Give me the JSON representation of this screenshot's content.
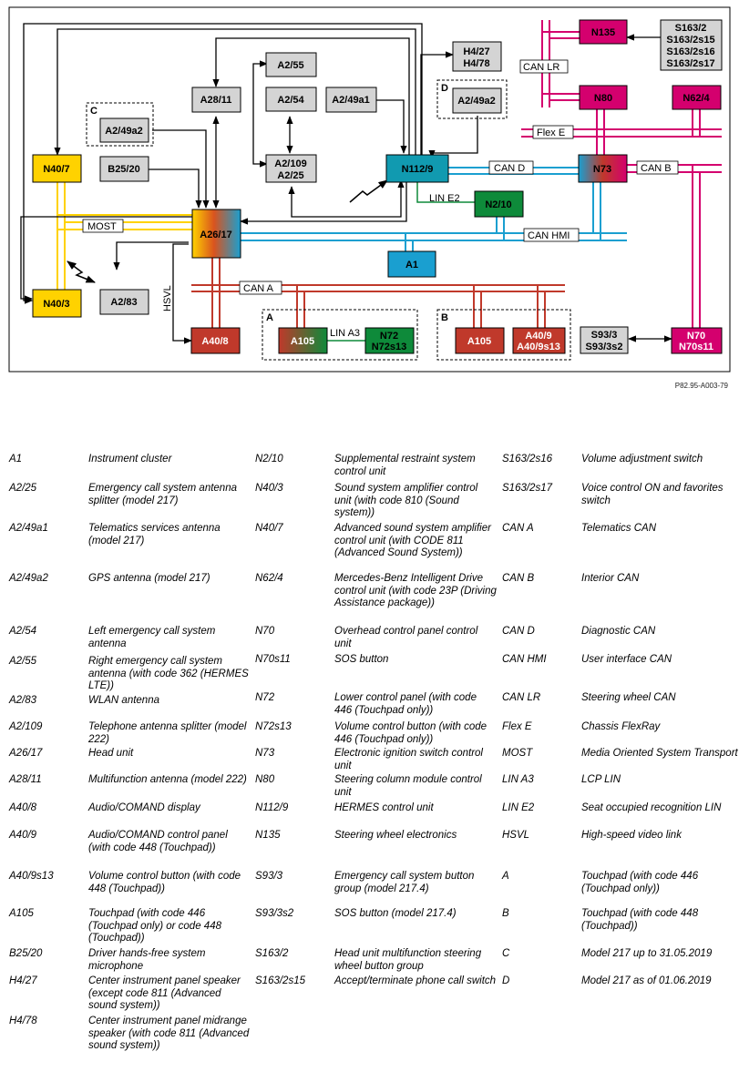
{
  "diagram": {
    "reference": "P82.95-A003-79",
    "nodes": {
      "N40_7": "N40/7",
      "N40_3": "N40/3",
      "A26_17": "A26/17",
      "A28_11": "A28/11",
      "A2_55": "A2/55",
      "A2_54": "A2/54",
      "A2_109": "A2/109",
      "A2_25": "A2/25",
      "A2_49a1": "A2/49a1",
      "A2_49a2_C": "A2/49a2",
      "A2_49a2_D": "A2/49a2",
      "B25_20": "B25/20",
      "A2_83": "A2/83",
      "H4_27": "H4/27",
      "H4_78": "H4/78",
      "N112_9": "N112/9",
      "N2_10": "N2/10",
      "A1": "A1",
      "N135": "N135",
      "S163_2": "S163/2",
      "S163_2s15": "S163/2s15",
      "S163_2s16": "S163/2s16",
      "S163_2s17": "S163/2s17",
      "N80": "N80",
      "N62_4": "N62/4",
      "N73": "N73",
      "A40_8": "A40/8",
      "A105_A": "A105",
      "N72": "N72",
      "N72s13": "N72s13",
      "A105_B": "A105",
      "A40_9": "A40/9",
      "A40_9s13": "A40/9s13",
      "S93_3": "S93/3",
      "S93_3s2": "S93/3s2",
      "N70": "N70",
      "N70s11": "N70s11"
    },
    "group_labels": {
      "A": "A",
      "B": "B",
      "C": "C",
      "D": "D"
    },
    "bus_labels": {
      "most": "MOST",
      "can_a": "CAN A",
      "can_b": "CAN B",
      "can_d": "CAN D",
      "can_hmi": "CAN HMI",
      "can_lr": "CAN LR",
      "flex_e": "Flex E",
      "lin_a3": "LIN A3",
      "lin_e2": "LIN E2",
      "hsvl": "HSVL"
    },
    "colors": {
      "most": "#ffd200",
      "can_a": "#c0392b",
      "can_b": "#d4006e",
      "can_d": "#1a9fd0",
      "lin": "#0e8a3a",
      "gray_box": "#d4d4d4"
    }
  },
  "legend": {
    "columns": [
      [
        {
          "code": "A1",
          "desc": "Instrument cluster"
        },
        {
          "code": "A2/25",
          "desc": "Emergency call system antenna splitter (model 217)"
        },
        {
          "code": "A2/49a1",
          "desc": "Telematics services antenna (model 217)"
        },
        {
          "code": "A2/49a2",
          "desc": "GPS antenna (model 217)"
        },
        {
          "code": "A2/54",
          "desc": "Left emergency call system antenna"
        },
        {
          "code": "A2/55",
          "desc": "Right emergency call system antenna (with code 362 (HERMES LTE))"
        },
        {
          "code": "A2/83",
          "desc": "WLAN antenna"
        },
        {
          "code": "A2/109",
          "desc": "Telephone antenna splitter (model 222)"
        },
        {
          "code": "A26/17",
          "desc": "Head unit"
        },
        {
          "code": "A28/11",
          "desc": "Multifunction antenna (model 222)"
        },
        {
          "code": "A40/8",
          "desc": "Audio/COMAND display"
        },
        {
          "code": "A40/9",
          "desc": "Audio/COMAND control panel (with code 448 (Touchpad))"
        },
        {
          "code": "A40/9s13",
          "desc": "Volume control button (with code 448 (Touchpad))"
        },
        {
          "code": "A105",
          "desc": "Touchpad (with code 446 (Touchpad only) or code 448 (Touchpad))"
        },
        {
          "code": "B25/20",
          "desc": "Driver hands-free system microphone"
        },
        {
          "code": "H4/27",
          "desc": "Center instrument panel speaker (except code 811 (Advanced sound system))"
        },
        {
          "code": "H4/78",
          "desc": "Center instrument panel midrange speaker (with code 811 (Advanced sound system))"
        }
      ],
      [
        {
          "code": "N2/10",
          "desc": "Supplemental restraint system control unit"
        },
        {
          "code": "N40/3",
          "desc": "Sound system amplifier control unit (with code 810 (Sound system))"
        },
        {
          "code": "N40/7",
          "desc": "Advanced sound system amplifier control unit (with CODE 811 (Advanced Sound System))"
        },
        {
          "code": "N62/4",
          "desc": "Mercedes-Benz Intelligent Drive control unit (with code 23P (Driving Assistance package))"
        },
        {
          "code": "N70",
          "desc": "Overhead control panel control unit"
        },
        {
          "code": "N70s11",
          "desc": "SOS button"
        },
        {
          "code": "N72",
          "desc": "Lower control panel (with code 446 (Touchpad only))"
        },
        {
          "code": "N72s13",
          "desc": "Volume control button (with code 446 (Touchpad only))"
        },
        {
          "code": "N73",
          "desc": "Electronic ignition switch control unit"
        },
        {
          "code": "N80",
          "desc": "Steering column module control unit"
        },
        {
          "code": "N112/9",
          "desc": "HERMES control unit"
        },
        {
          "code": "N135",
          "desc": "Steering wheel electronics"
        },
        {
          "code": "S93/3",
          "desc": "Emergency call system button group (model 217.4)"
        },
        {
          "code": "S93/3s2",
          "desc": "SOS button (model 217.4)"
        },
        {
          "code": "S163/2",
          "desc": "Head unit multifunction steering wheel button group"
        },
        {
          "code": "S163/2s15",
          "desc": "Accept/terminate phone call switch"
        }
      ],
      [
        {
          "code": "S163/2s16",
          "desc": "Volume adjustment switch"
        },
        {
          "code": "S163/2s17",
          "desc": "Voice control ON and favorites switch"
        },
        {
          "code": "CAN A",
          "desc": "Telematics CAN"
        },
        {
          "code": "CAN B",
          "desc": "Interior CAN"
        },
        {
          "code": "CAN D",
          "desc": "Diagnostic CAN"
        },
        {
          "code": "CAN HMI",
          "desc": "User interface CAN"
        },
        {
          "code": "CAN LR",
          "desc": "Steering wheel CAN"
        },
        {
          "code": "Flex E",
          "desc": "Chassis FlexRay"
        },
        {
          "code": "MOST",
          "desc": "Media Oriented System Transport"
        },
        {
          "code": "LIN A3",
          "desc": "LCP LIN"
        },
        {
          "code": "LIN E2",
          "desc": "Seat occupied recognition LIN"
        },
        {
          "code": "HSVL",
          "desc": "High-speed video link"
        },
        {
          "code": "A",
          "desc": "Touchpad (with code 446 (Touchpad only))"
        },
        {
          "code": "B",
          "desc": "Touchpad (with code 448 (Touchpad))"
        },
        {
          "code": "C",
          "desc": "Model 217 up to 31.05.2019"
        },
        {
          "code": "D",
          "desc": "Model 217 as of 01.06.2019"
        }
      ]
    ]
  }
}
